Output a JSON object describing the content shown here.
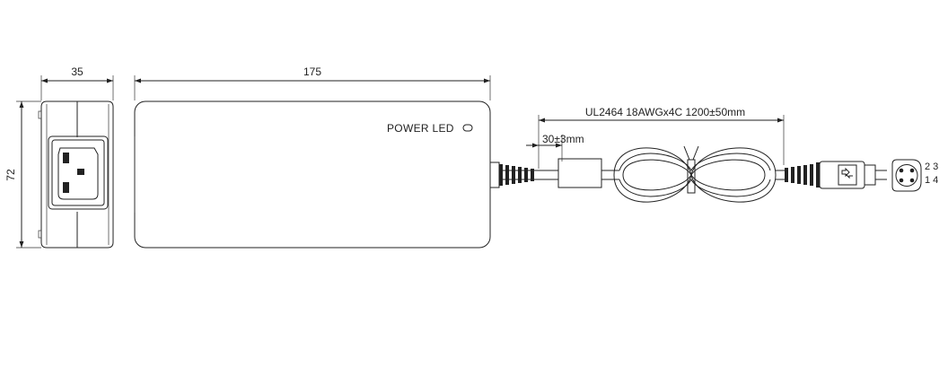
{
  "dimensions": {
    "width_side": "35",
    "length": "175",
    "height": "72",
    "cable": "UL2464 18AWGx4C 1200±50mm",
    "strain_relief": "30±3mm"
  },
  "labels": {
    "power_led": "POWER LED"
  },
  "connector_pins": {
    "top_row": "2 3",
    "bottom_row": "1 4"
  }
}
